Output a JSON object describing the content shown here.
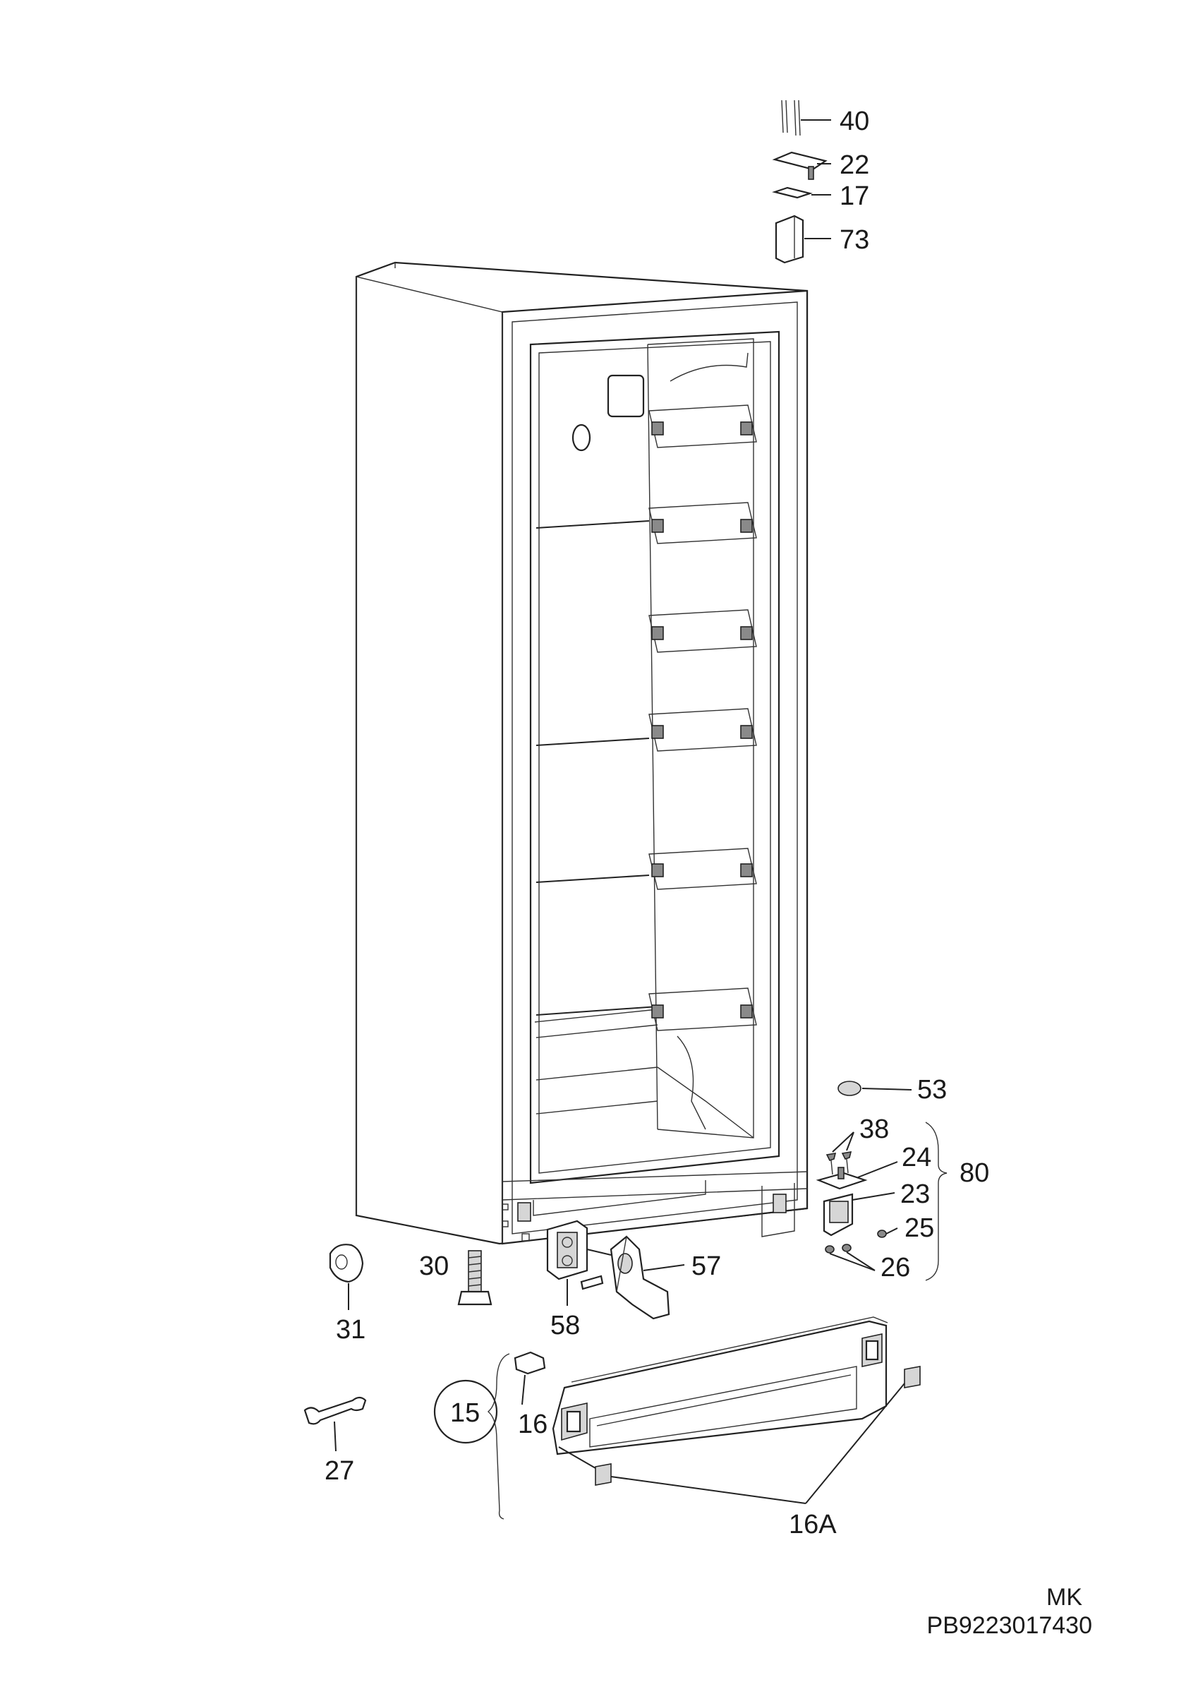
{
  "callouts": {
    "p40": "40",
    "p22": "22",
    "p17": "17",
    "p73": "73",
    "p53": "53",
    "p38": "38",
    "p24": "24",
    "p80": "80",
    "p23": "23",
    "p25": "25",
    "p26": "26",
    "p30": "30",
    "p31": "31",
    "p57": "57",
    "p58": "58",
    "p15": "15",
    "p16": "16",
    "p16a": "16A",
    "p27": "27"
  },
  "footer": {
    "model": "MK",
    "code": "PB9223017430"
  }
}
